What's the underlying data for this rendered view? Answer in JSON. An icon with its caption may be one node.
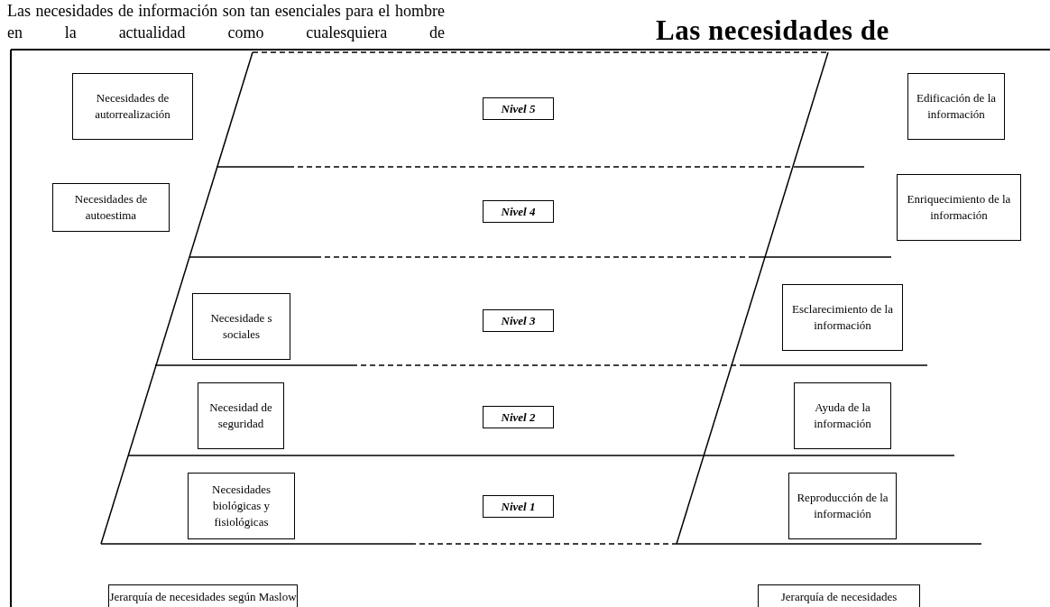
{
  "diagram": {
    "title": "Las necesidades de",
    "nodes": [
      {
        "text": [
          "Necesidades de autorrealización"
        ]
      },
      {
        "text": [
          "Necesidades de autoestima"
        ]
      },
      {
        "text": [
          "Necesidade s sociales"
        ]
      },
      {
        "text": [
          "Necesidad de seguridad"
        ]
      },
      {
        "text": [
          "Necesidades biológicas y fisiológicas"
        ]
      },
      {
        "text": [
          "Nivel 5"
        ]
      },
      {
        "text": [
          "Nivel 4"
        ]
      },
      {
        "text": [
          "Nivel 3"
        ]
      },
      {
        "text": [
          "Nivel 2"
        ]
      },
      {
        "text": [
          "Nivel 1"
        ]
      },
      {
        "text": [
          "Edificación de la información"
        ]
      },
      {
        "text": [
          "Enriquecimiento de la información"
        ]
      },
      {
        "text": [
          "Esclarecimiento de la información"
        ]
      },
      {
        "text": [
          "Ayuda de la información"
        ]
      },
      {
        "text": [
          "Reproducción de la información"
        ]
      },
      {
        "text": [
          "Jerarquía de necesidades según Maslow"
        ]
      },
      {
        "text": [
          "Jerarquía de necesidades"
        ]
      }
    ],
    "labels": [
      "Las necesidades de información son tan esenciales para el hombre en la actualidad como cualesquiera de"
    ]
  }
}
